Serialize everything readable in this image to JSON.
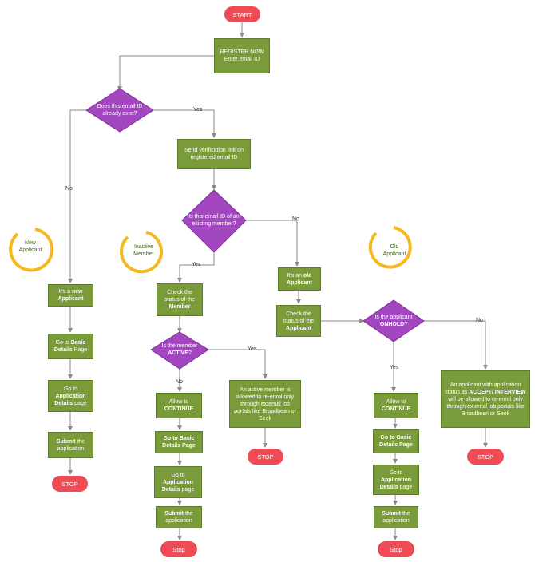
{
  "start": "START",
  "register": {
    "l1": "REGISTER NOW",
    "l2": "Enter email ID"
  },
  "d_exists": {
    "l1": "Does this email ID",
    "l2": "already exist?"
  },
  "verify": {
    "l1": "Send verification link on",
    "l2": "registered email ID"
  },
  "d_existing": {
    "l1": "Is this email ID of an",
    "l2": "existing member?"
  },
  "yes": "Yes",
  "no": "No",
  "status_rings": {
    "new": {
      "l1": "New",
      "l2": "Applicant"
    },
    "inactive": {
      "l1": "Inactive",
      "l2": "Member"
    },
    "old": {
      "l1": "Old",
      "l2": "Applicant"
    }
  },
  "new_branch": {
    "its_new": {
      "pre": "It's a ",
      "bold": "new",
      "l2": "Applicant"
    },
    "basic": {
      "pre": "Go to ",
      "bold": "Basic",
      "bold2": "Details",
      "post": " Page"
    },
    "app": {
      "pre": "Go to",
      "bold": "Application",
      "bold2": "Details",
      "post": " page"
    },
    "submit": {
      "bold": "Submit",
      "post": " the",
      "l2": "application"
    },
    "stop": "STOP"
  },
  "member_branch": {
    "check": {
      "l1": "Check the",
      "l2": "status of the",
      "bold": "Member"
    },
    "d_active": {
      "l1": "Is the member",
      "bold": "ACTIVE",
      "post": "?"
    },
    "allow": {
      "l1": "Allow to",
      "bold": "CONTINUE"
    },
    "basic": {
      "bold": "Go to Basic",
      "bold2": "Details Page"
    },
    "app": {
      "pre": "Go to",
      "bold": "Application",
      "bold2": "Details",
      "post": " page"
    },
    "submit": {
      "bold": "Submit",
      "post": " the",
      "l2": "application"
    },
    "stop": "Stop",
    "active_note": "An active member is allowed to re-enrol only through external job portals like Broadbean or Seek",
    "stop2": "STOP"
  },
  "old_branch": {
    "its_old": {
      "pre": "It's an ",
      "bold": "old",
      "l2": "Applicant"
    },
    "check": {
      "l1": "Check the",
      "l2": "status of the",
      "bold": "Applicant"
    },
    "d_onhold": {
      "l1": "Is the applicant",
      "bold": "ONHOLD",
      "post": "?"
    },
    "allow": {
      "l1": "Allow to",
      "bold": "CONTINUE"
    },
    "basic": {
      "bold": "Go to Basic",
      "bold2": "Details Page"
    },
    "app": {
      "pre": "Go to",
      "bold": "Application",
      "bold2": "Details",
      "post": " page"
    },
    "submit": {
      "bold": "Submit",
      "post": " the",
      "l2": "application"
    },
    "stop": "Stop",
    "accept_note": {
      "pre": "An applicant with  application status as ",
      "bold": "ACCEPT/ INTERVIEW",
      "post": " will be allowed to re-enrol only through external job portals like Broadbean or Seek"
    },
    "stop2": "STOP"
  },
  "colors": {
    "box": "#7a9b3a",
    "diamond": "#a347c0",
    "stop": "#ee4b55",
    "ring": "#f5b91e",
    "arrow": "#8a8a8a"
  }
}
